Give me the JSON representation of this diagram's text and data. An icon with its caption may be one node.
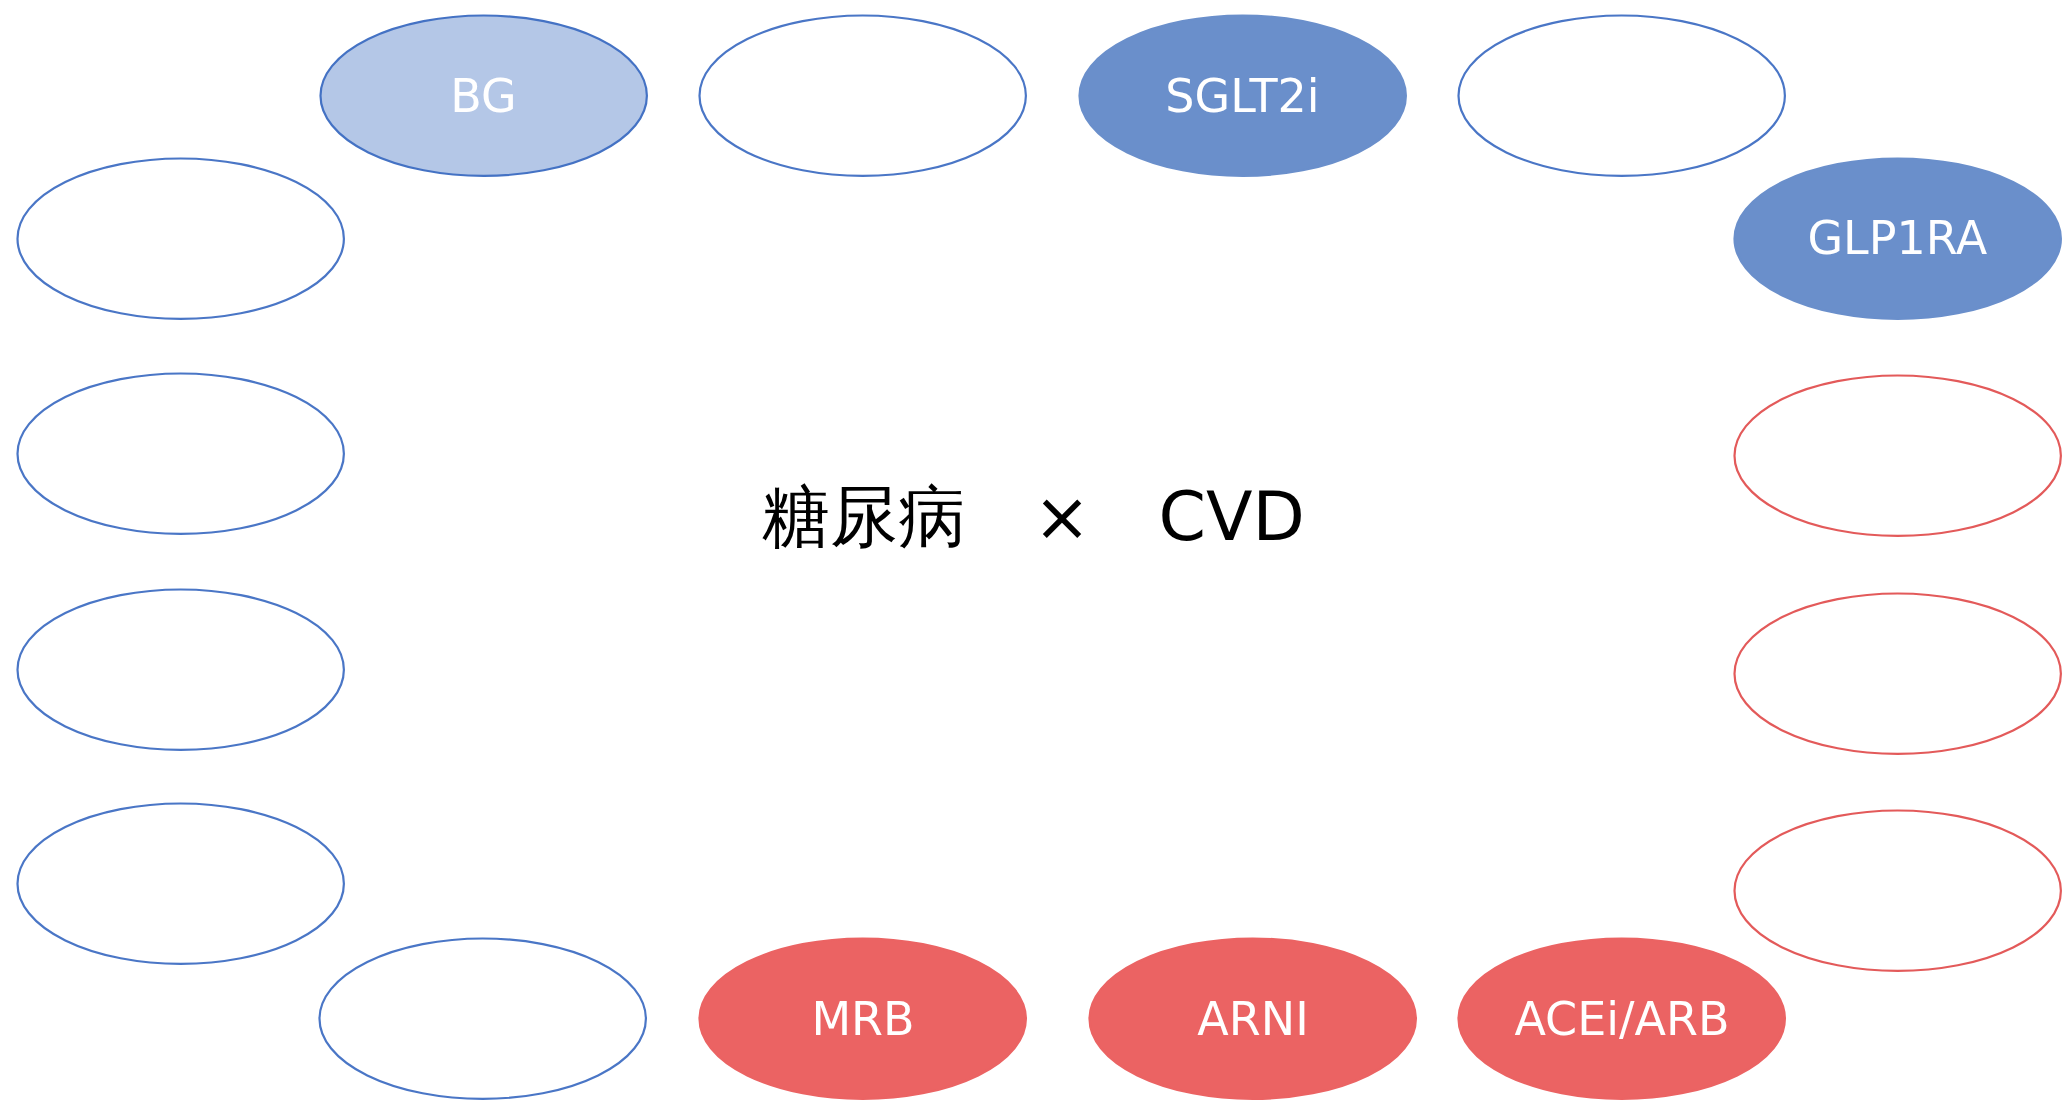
{
  "diagram": {
    "nodes": [
      {
        "text": [
          "BG"
        ]
      },
      {
        "text": [],
        "shape": "ellipse"
      },
      {
        "text": [
          "SGLT2i"
        ]
      },
      {
        "text": [],
        "shape": "ellipse"
      },
      {
        "text": [],
        "shape": "ellipse"
      },
      {
        "text": [
          "GLP1RA"
        ]
      },
      {
        "text": [],
        "shape": "ellipse"
      },
      {
        "text": [],
        "shape": "ellipse"
      },
      {
        "text": [],
        "shape": "ellipse"
      },
      {
        "text": [],
        "shape": "ellipse"
      },
      {
        "text": [],
        "shape": "ellipse"
      },
      {
        "text": [],
        "shape": "ellipse"
      },
      {
        "text": [],
        "shape": "ellipse"
      },
      {
        "text": [
          "MRB"
        ]
      },
      {
        "text": [
          "ARNI"
        ]
      },
      {
        "text": [
          "ACEi/ARB"
        ]
      }
    ],
    "labels": [
      "糖尿病　×　CVD"
    ]
  }
}
